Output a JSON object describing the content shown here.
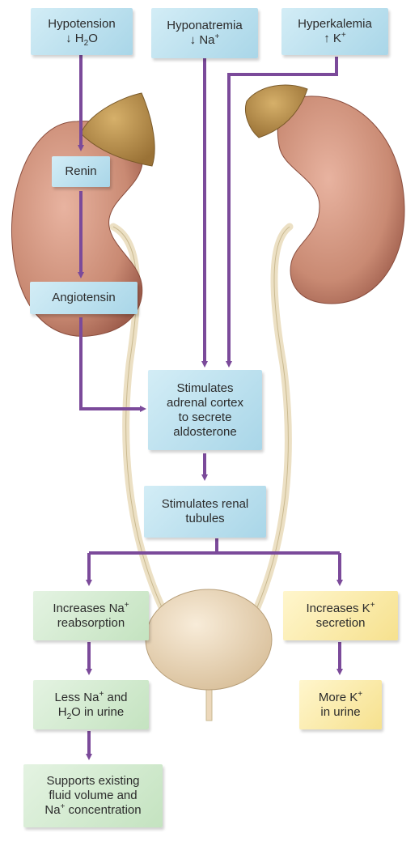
{
  "colors": {
    "arrow": "#7b4a9a",
    "box_blue": "#b9e0ee",
    "box_green": "#d3ecd0",
    "box_yellow": "#fbe9a7",
    "kidney": "#c98a73",
    "adrenal": "#b48a48",
    "ureter": "#ece0c4",
    "bladder": "#ecd8bb"
  },
  "stimuli": {
    "hypotension": {
      "label": "Hypotension",
      "symbol": "↓ H",
      "sub": "2",
      "tail": "O"
    },
    "hyponatremia": {
      "label": "Hyponatremia",
      "symbol": "↓ Na",
      "sup": "+"
    },
    "hyperkalemia": {
      "label": "Hyperkalemia",
      "symbol": "↑ K",
      "sup": "+"
    }
  },
  "renin": "Renin",
  "angiotensin": "Angiotensin",
  "adrenal_box": [
    "Stimulates",
    "adrenal cortex",
    "to secrete",
    "aldosterone"
  ],
  "tubules_box": [
    "Stimulates renal",
    "tubules"
  ],
  "na_reabsorption": {
    "line1": "Increases Na",
    "sup": "+",
    "line2": "reabsorption"
  },
  "k_secretion": {
    "line1": "Increases K",
    "sup": "+",
    "line2": "secretion"
  },
  "less_na": {
    "line1": "Less Na",
    "sup": "+",
    "line1_tail": " and",
    "line2_a": "H",
    "line2_sub": "2",
    "line2_b": "O in urine"
  },
  "more_k": {
    "line1": "More K",
    "sup": "+",
    "line2": "in urine"
  },
  "supports": {
    "line1": "Supports existing",
    "line2": "fluid volume and",
    "line3": "Na",
    "sup": "+",
    "line3_tail": " concentration"
  }
}
